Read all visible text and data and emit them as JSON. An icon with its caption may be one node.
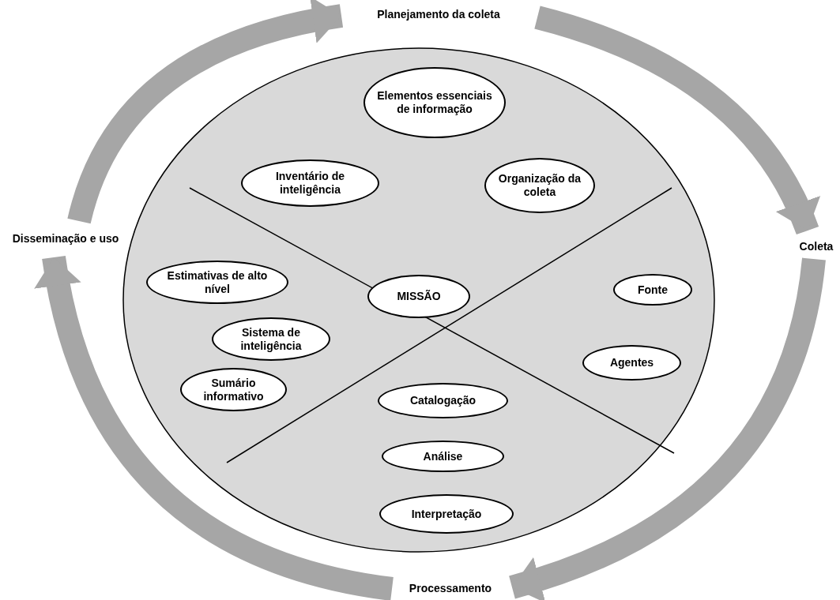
{
  "diagram": {
    "nodes": [
      {
        "text": [
          "Planejamento da coleta"
        ]
      },
      {
        "text": [],
        "shape": "circle"
      },
      {
        "text": [
          "Elementos essenciais de informação"
        ],
        "in": 1
      },
      {
        "text": [
          "Inventário de inteligência"
        ],
        "in": 1
      },
      {
        "text": [
          "Organização da coleta"
        ],
        "in": 1
      },
      {
        "text": [
          "Estimativas de alto nível"
        ],
        "in": 1
      },
      {
        "text": [
          "MISSÃO"
        ],
        "in": 1
      },
      {
        "text": [
          "Fonte"
        ],
        "in": 1
      },
      {
        "text": [
          "Sistema de inteligência"
        ],
        "in": 1
      },
      {
        "text": [
          "Agentes"
        ],
        "in": 1
      },
      {
        "text": [
          "Sumário informativo"
        ],
        "in": 1
      },
      {
        "text": [
          "Catalogação"
        ],
        "in": 1
      },
      {
        "text": [
          "Análise"
        ],
        "in": 1
      },
      {
        "text": [
          "Interpretação"
        ],
        "in": 1
      },
      {
        "text": [
          "Disseminação e uso"
        ]
      },
      {
        "text": [
          "Coleta"
        ]
      },
      {
        "text": [
          "Processamento"
        ]
      }
    ],
    "edges": [
      {
        "from": 0,
        "to": 15,
        "arrow": "to"
      },
      {
        "from": 15,
        "to": 16,
        "arrow": "to"
      },
      {
        "from": 16,
        "to": 14,
        "arrow": "to"
      },
      {
        "from": 14,
        "to": 0,
        "arrow": "to"
      }
    ]
  }
}
